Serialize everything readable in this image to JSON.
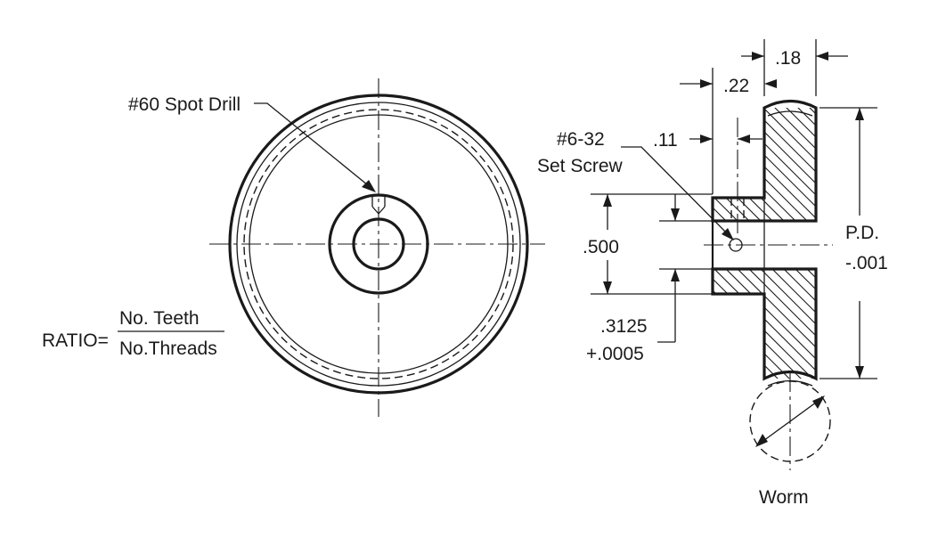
{
  "labels": {
    "spot_drill": "#60 Spot Drill",
    "set_screw_size": "#6-32",
    "set_screw": "Set Screw",
    "ratio": "RATIO=",
    "ratio_numerator": "No. Teeth",
    "ratio_denominator": "No.Threads",
    "dim_018": ".18",
    "dim_022": ".22",
    "dim_011": ".11",
    "dim_0500": ".500",
    "dim_03125": ".3125",
    "dim_tol_0005": "+.0005",
    "pd": "P.D.",
    "pd_tol": "-.001",
    "worm": "Worm"
  }
}
